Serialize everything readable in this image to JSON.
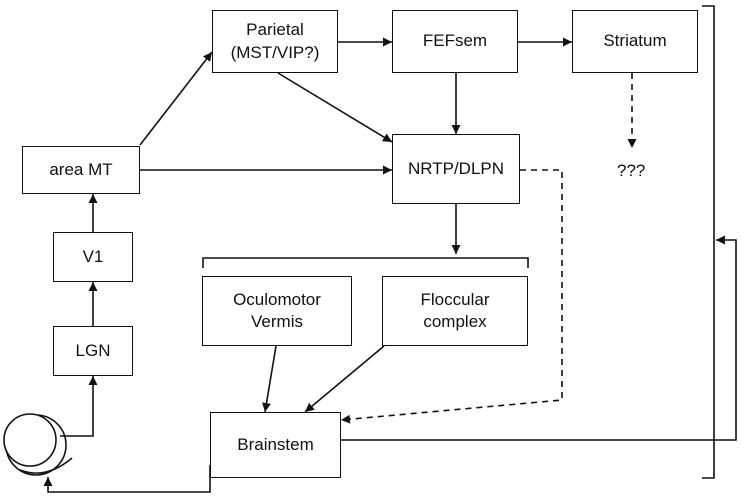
{
  "nodes": {
    "parietal": "Parietal\n(MST/VIP?)",
    "fefsem": "FEFsem",
    "striatum": "Striatum",
    "unknown": "???",
    "area_mt": "area MT",
    "nrtp_dlpn": "NRTP/DLPN",
    "v1": "V1",
    "lgn": "LGN",
    "oculomotor_vermis": "Oculomotor\nVermis",
    "floccular_complex": "Floccular\ncomplex",
    "brainstem": "Brainstem"
  },
  "colors": {
    "stroke": "#111111",
    "background": "#ffffff"
  }
}
